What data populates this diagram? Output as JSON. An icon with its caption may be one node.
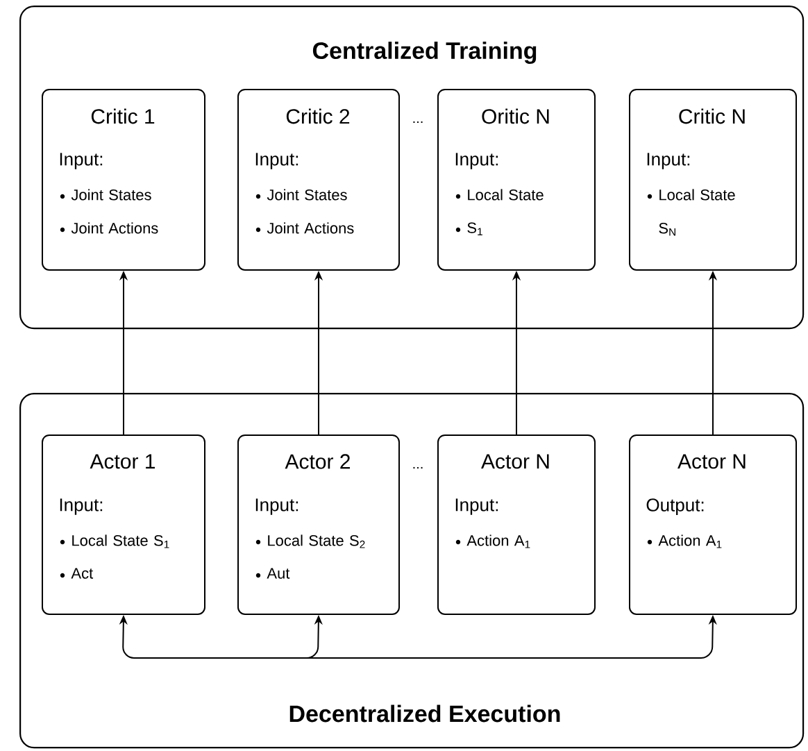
{
  "diagram": {
    "nodes": [
      {
        "text": [
          "Centralized Training"
        ]
      },
      {
        "text": [
          "Critic 1",
          "Input:",
          "Joint States",
          "Joint Actions"
        ],
        "in": 0
      },
      {
        "text": [
          "Critic 2",
          "Input:",
          "Joint States",
          "Joint Actions"
        ],
        "in": 0
      },
      {
        "text": [
          "Oritic N",
          "Input:",
          "Local State",
          "S$_{1}$"
        ],
        "in": 0
      },
      {
        "text": [
          "Critic N",
          "Input:",
          "Local State S$_{N}$"
        ],
        "in": 0
      },
      {
        "text": [
          "Decentralized Execution"
        ]
      },
      {
        "text": [
          "Actor 1",
          "Input:",
          "Local State S$_{1}$",
          "Act"
        ],
        "in": 5
      },
      {
        "text": [
          "Actor 2",
          "Input:",
          "Local State S$_{2}$",
          "Aut"
        ],
        "in": 5
      },
      {
        "text": [
          "Actor N",
          "Input:",
          "Action A$_{1}$"
        ],
        "in": 5
      },
      {
        "text": [
          "Actor N",
          "Output:",
          "Action A$_{1}$"
        ],
        "in": 5
      }
    ],
    "edges": [
      {
        "from": 6,
        "to": 1,
        "arrow": "to"
      },
      {
        "from": 7,
        "to": 2,
        "arrow": "to"
      },
      {
        "from": 8,
        "to": 3,
        "arrow": "to"
      },
      {
        "from": 9,
        "to": 4,
        "arrow": "to"
      },
      {
        "from": null,
        "to": 6,
        "arrow": "to"
      },
      {
        "from": null,
        "to": 7,
        "arrow": "to"
      },
      {
        "from": null,
        "to": 9,
        "arrow": "to"
      }
    ],
    "labels": [
      "...",
      "..."
    ]
  }
}
